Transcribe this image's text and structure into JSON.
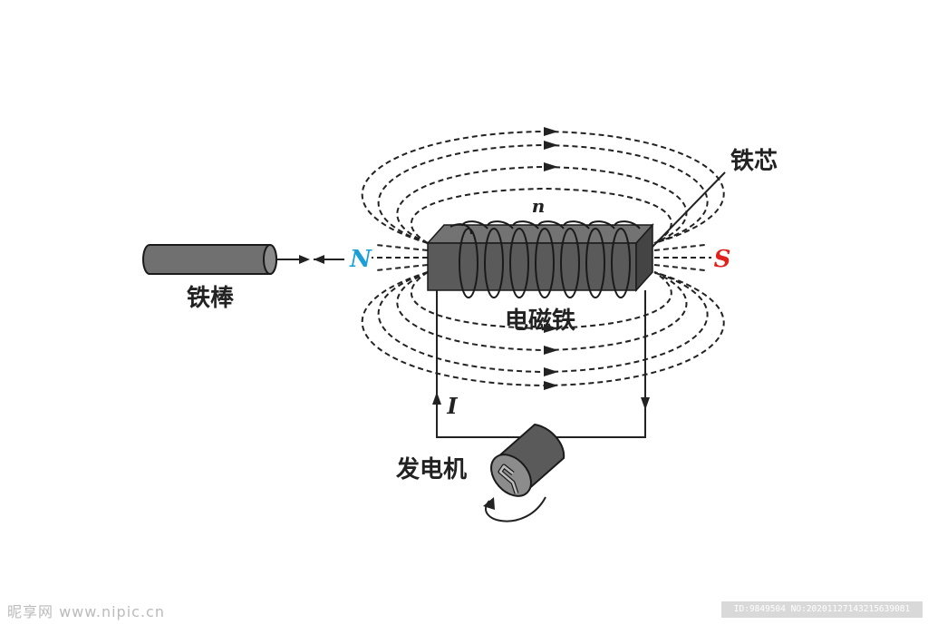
{
  "labels": {
    "iron_rod": "铁棒",
    "iron_core": "铁芯",
    "electromagnet": "电磁铁",
    "generator": "发电机",
    "turns": "n",
    "north_pole": "N",
    "south_pole": "S",
    "current": "I"
  },
  "colors": {
    "north_pole": "#1a9fd9",
    "south_pole": "#e0201b",
    "core": "#5a5a5a",
    "core_top": "#737373",
    "core_end": "#444444",
    "ink": "#222222"
  },
  "footer": {
    "watermark": "昵享网 www.nipic.cn",
    "image_id": "ID:9849504 NO:20201127143215639081"
  }
}
